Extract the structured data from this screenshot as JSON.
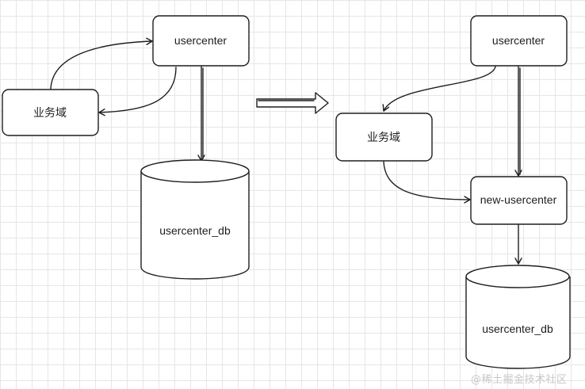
{
  "before": {
    "usercenter": "usercenter",
    "business_domain": "业务域",
    "database": "usercenter_db"
  },
  "after": {
    "usercenter": "usercenter",
    "business_domain": "业务域",
    "new_usercenter": "new-usercenter",
    "database": "usercenter_db"
  },
  "watermark": "@稀土掘金技术社区",
  "colors": {
    "stroke": "#1e1e1e",
    "grid": "#e6e6e6",
    "background": "#ffffff"
  }
}
